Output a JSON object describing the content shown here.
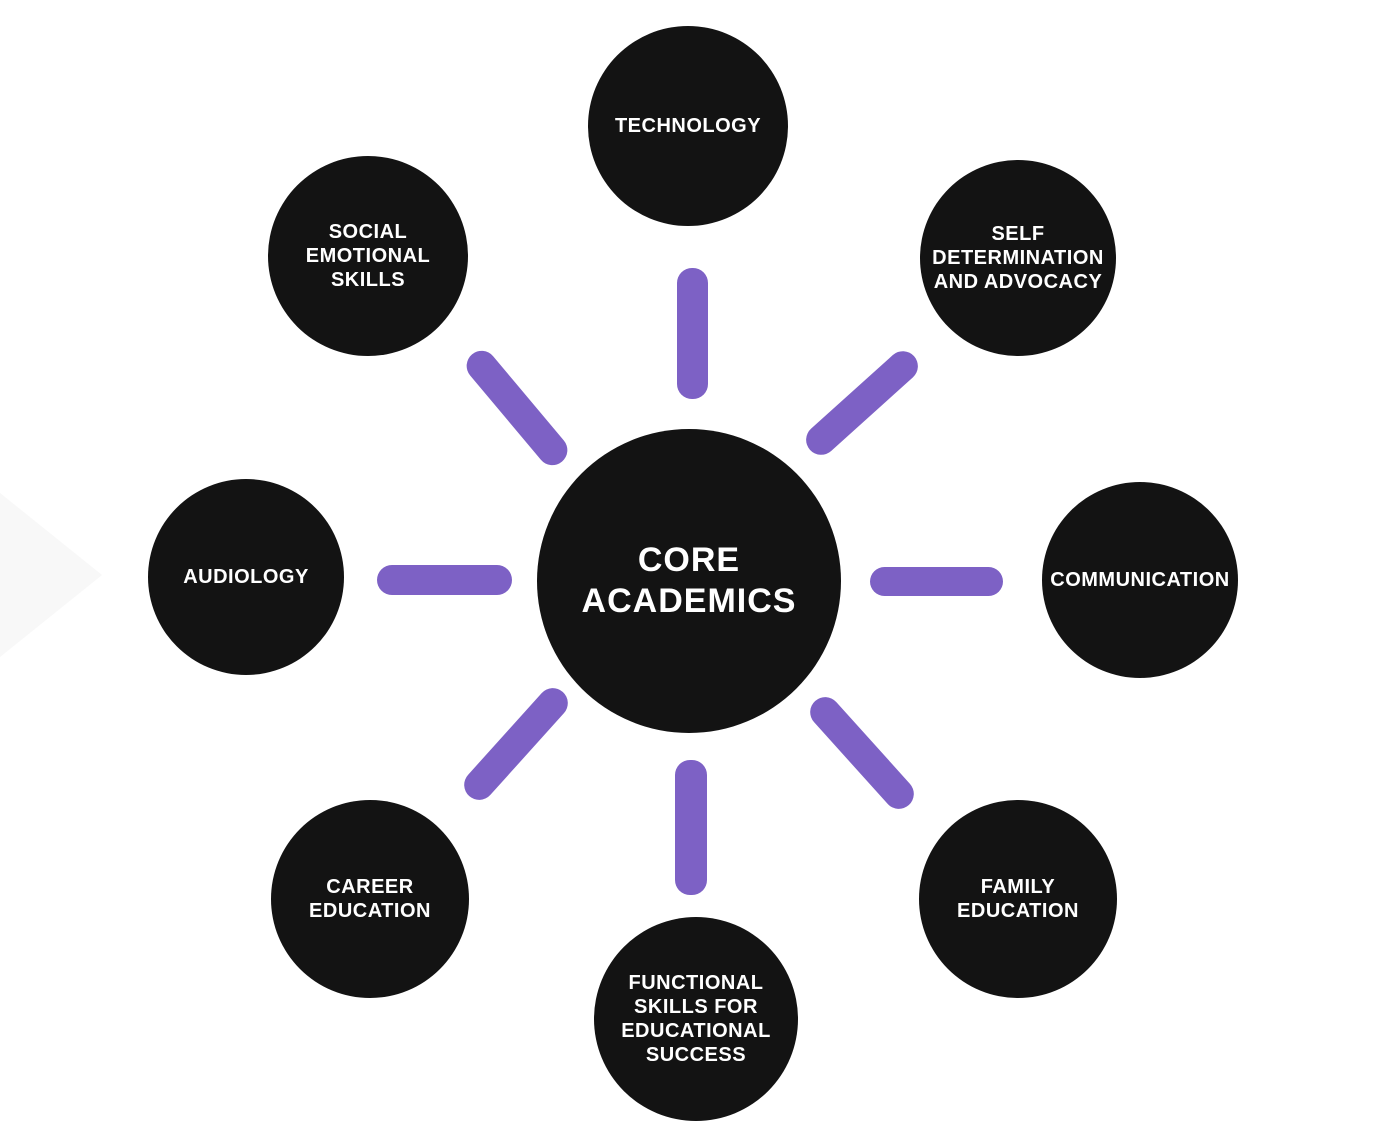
{
  "colors": {
    "node_fill": "#131313",
    "node_text": "#ffffff",
    "spoke": "#7d61c5",
    "watermark": "#f8f8f8",
    "background": "#ffffff"
  },
  "diagram": {
    "type": "hub-and-spoke",
    "spoke_count": 8,
    "center": {
      "id": "core-academics",
      "label": "CORE\nACADEMICS"
    },
    "nodes": [
      {
        "id": "technology",
        "position": "top",
        "label": "TECHNOLOGY"
      },
      {
        "id": "self-determination-and-advocacy",
        "position": "top-right",
        "label": "SELF\nDETERMINATION\nAND ADVOCACY"
      },
      {
        "id": "communication",
        "position": "right",
        "label": "COMMUNICATION"
      },
      {
        "id": "family-education",
        "position": "bottom-right",
        "label": "FAMILY\nEDUCATION"
      },
      {
        "id": "functional-skills-for-educational-success",
        "position": "bottom",
        "label": "FUNCTIONAL\nSKILLS FOR\nEDUCATIONAL\nSUCCESS"
      },
      {
        "id": "career-education",
        "position": "bottom-left",
        "label": "CAREER\nEDUCATION"
      },
      {
        "id": "audiology",
        "position": "left",
        "label": "AUDIOLOGY"
      },
      {
        "id": "social-emotional-skills",
        "position": "top-left",
        "label": "SOCIAL\nEMOTIONAL\nSKILLS"
      }
    ]
  }
}
